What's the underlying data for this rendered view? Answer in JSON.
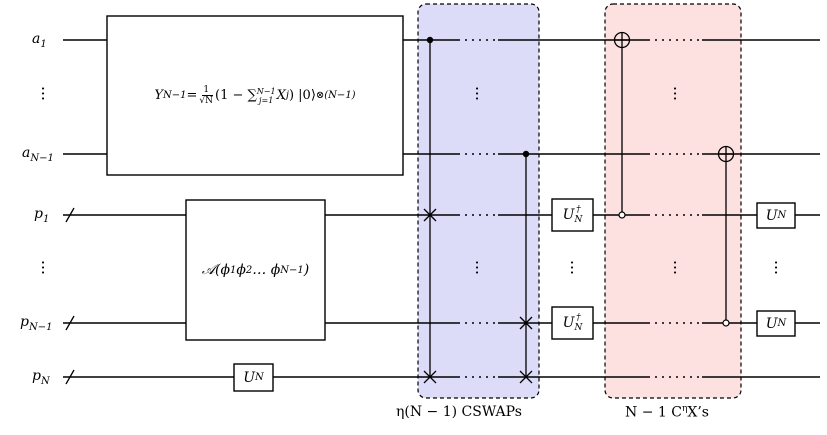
{
  "labels": {
    "a1": "a",
    "a1_sub": "1",
    "aN1": "a",
    "aN1_sub": "N−1",
    "p1": "p",
    "p1_sub": "1",
    "pN1": "p",
    "pN1_sub": "N−1",
    "pN": "p",
    "pN_sub": "N"
  },
  "gates": {
    "y_gate": {
      "lhs": "Y",
      "lhs_sub": "N−1",
      "eq": " = ",
      "frac_num": "1",
      "frac_den": "N",
      "body_open": "(1 − ∑",
      "sum_sup": "N−1",
      "sum_sub": "j=1",
      "body_mid": " X",
      "x_sub": "j",
      "body_close": ") |0⟩",
      "tensor_sup": "⊗(N−1)"
    },
    "a_gate": {
      "text": "𝒜(ϕ",
      "s1": "1",
      "phi2": "ϕ",
      "s2": "2",
      "dots": " … ϕ",
      "s3": "N−1",
      "close": ")"
    },
    "un_base": "U",
    "un_sub": "N",
    "udag_sup": "†"
  },
  "captions": {
    "cswaps": "η(N − 1) CSWAPs",
    "cnx": "N − 1 C",
    "cnx_sup": "η",
    "cnx_tail": "X’s"
  },
  "colors": {
    "cswap_region": "#dcdcf8",
    "cnx_region": "#fde0e0",
    "line": "#000000"
  }
}
